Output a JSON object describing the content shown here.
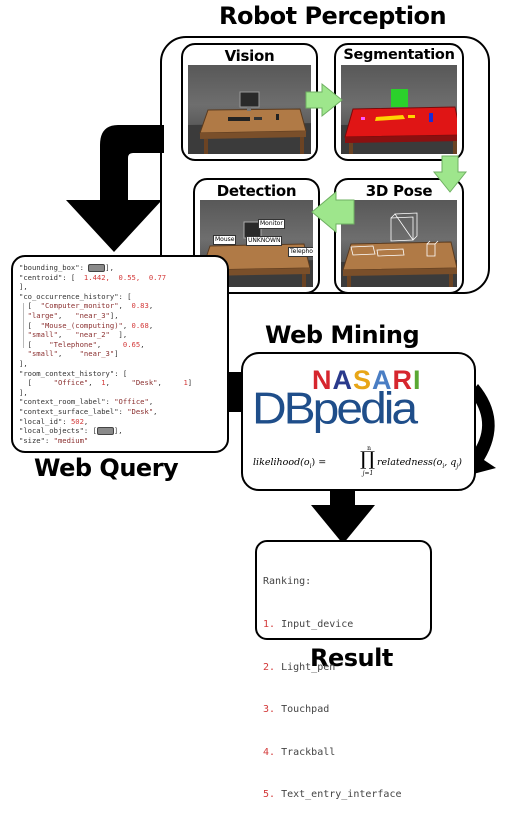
{
  "titles": {
    "robot_perception": "Robot Perception",
    "web_mining": "Web Mining",
    "web_query": "Web Query",
    "result": "Result"
  },
  "panels": {
    "vision": "Vision",
    "segmentation": "Segmentation",
    "detection": "Detection",
    "pose_3d": "3D Pose"
  },
  "detection_labels": {
    "monitor": "Monitor",
    "mouse": "Mouse",
    "unknown": "UNKNOWN",
    "telephone": "Telephone"
  },
  "web_query": {
    "lines": [
      [
        [
          "k",
          "\"bounding_box\": "
        ],
        [
          "pill",
          ""
        ],
        [
          "k",
          "],"
        ]
      ],
      [
        [
          "k",
          "\"centroid\": [  "
        ],
        [
          "n",
          "1.442,  0.55,  0.77"
        ]
      ],
      [
        [
          "k",
          "],"
        ]
      ],
      [
        [
          "k",
          "\"co_occurrence_history\": ["
        ]
      ],
      [
        [
          "k",
          "  [  "
        ],
        [
          "s",
          "\"Computer_monitor\""
        ],
        [
          "k",
          ",  "
        ],
        [
          "n",
          "0.83"
        ],
        [
          "k",
          ","
        ]
      ],
      [
        [
          "k",
          "  "
        ],
        [
          "s",
          "\"large\""
        ],
        [
          "k",
          ",   "
        ],
        [
          "s",
          "\"near_3\""
        ],
        [
          "k",
          "],"
        ]
      ],
      [
        [
          "k",
          "  [  "
        ],
        [
          "s",
          "\"Mouse_(computing)\""
        ],
        [
          "k",
          ", "
        ],
        [
          "n",
          "0.68"
        ],
        [
          "k",
          ","
        ]
      ],
      [
        [
          "k",
          "  "
        ],
        [
          "s",
          "\"small\""
        ],
        [
          "k",
          ",   "
        ],
        [
          "s",
          "\"near_2\""
        ],
        [
          "k",
          "  ],"
        ]
      ],
      [
        [
          "k",
          "  [    "
        ],
        [
          "s",
          "\"Telephone\""
        ],
        [
          "k",
          ",     "
        ],
        [
          "n",
          "0.65"
        ],
        [
          "k",
          ","
        ]
      ],
      [
        [
          "k",
          "  "
        ],
        [
          "s",
          "\"small\""
        ],
        [
          "k",
          ",    "
        ],
        [
          "s",
          "\"near_3\""
        ],
        [
          "k",
          "]"
        ]
      ],
      [
        [
          "k",
          "],"
        ]
      ],
      [
        [
          "k",
          "\"room_context_history\": ["
        ]
      ],
      [
        [
          "k",
          "  [     "
        ],
        [
          "s",
          "\"Office\""
        ],
        [
          "k",
          ",  "
        ],
        [
          "n",
          "1"
        ],
        [
          "k",
          ",     "
        ],
        [
          "s",
          "\"Desk\""
        ],
        [
          "k",
          ",     "
        ],
        [
          "n",
          "1"
        ],
        [
          "k",
          "]"
        ]
      ],
      [
        [
          "k",
          "],"
        ]
      ],
      [
        [
          "k",
          "\"context_room_label\": "
        ],
        [
          "s",
          "\"Office\""
        ],
        [
          "k",
          ","
        ]
      ],
      [
        [
          "k",
          "\"context_surface_label\": "
        ],
        [
          "s",
          "\"Desk\""
        ],
        [
          "k",
          ","
        ]
      ],
      [
        [
          "k",
          "\"local_id\": "
        ],
        [
          "n",
          "502"
        ],
        [
          "k",
          ","
        ]
      ],
      [
        [
          "k",
          "\"local_objects\": ["
        ],
        [
          "pill",
          ""
        ],
        [
          "k",
          "],"
        ]
      ],
      [
        [
          "k",
          "\"size\": "
        ],
        [
          "s",
          "\"medium\""
        ]
      ]
    ]
  },
  "web_mining": {
    "nasari": "NASARI",
    "dbpedia": "DBpedia",
    "formula": {
      "lhs": "likelihood(o",
      "lhs_sub": "i",
      "eq": ") = ",
      "prod_top": "n",
      "prod_bottom": "j=1",
      "rhs": "relatedness(o",
      "rhs_sub1": "i",
      "rhs_mid": ", q",
      "rhs_sub2": "j",
      "rhs_end": ")"
    },
    "nasari_colors": [
      "#d6262e",
      "#2a3a8c",
      "#e8a617",
      "#4a7ec4",
      "#d6262e",
      "#5aa833"
    ]
  },
  "result": {
    "heading": "Ranking:",
    "items": [
      {
        "rank": "1.",
        "label": "Input_device"
      },
      {
        "rank": "2.",
        "label": "Light_pen"
      },
      {
        "rank": "3.",
        "label": "Touchpad"
      },
      {
        "rank": "4.",
        "label": "Trackball"
      },
      {
        "rank": "5.",
        "label": "Text_entry_interface"
      }
    ]
  },
  "colors": {
    "green_arrow": "#9ee68c",
    "dbpedia_blue": "#1f4e8a",
    "arrow_black": "#000000"
  }
}
